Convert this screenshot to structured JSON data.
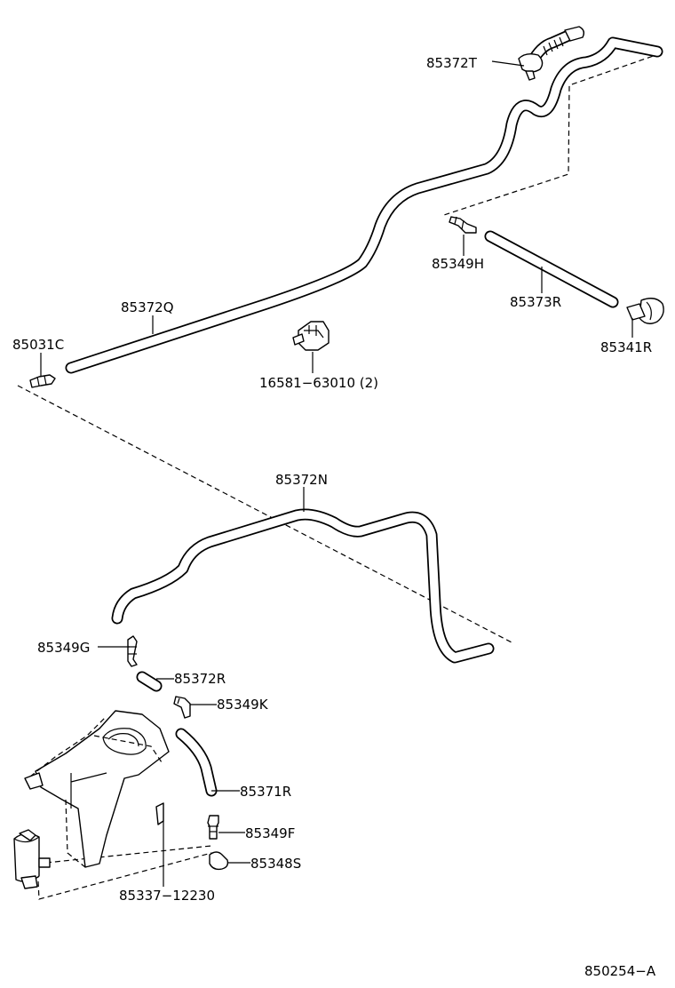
{
  "labels": {
    "p85372T": "85372T",
    "p85349H": "85349H",
    "p85373R": "85373R",
    "p85341R": "85341R",
    "p85372Q": "85372Q",
    "p85031C": "85031C",
    "p16581": "16581−63010 (2)",
    "p85372N": "85372N",
    "p85349G": "85349G",
    "p85372R": "85372R",
    "p85349K": "85349K",
    "p85371R": "85371R",
    "p85349F": "85349F",
    "p85348S": "85348S",
    "p85337": "85337−12230"
  },
  "diagram_id": "850254−A"
}
